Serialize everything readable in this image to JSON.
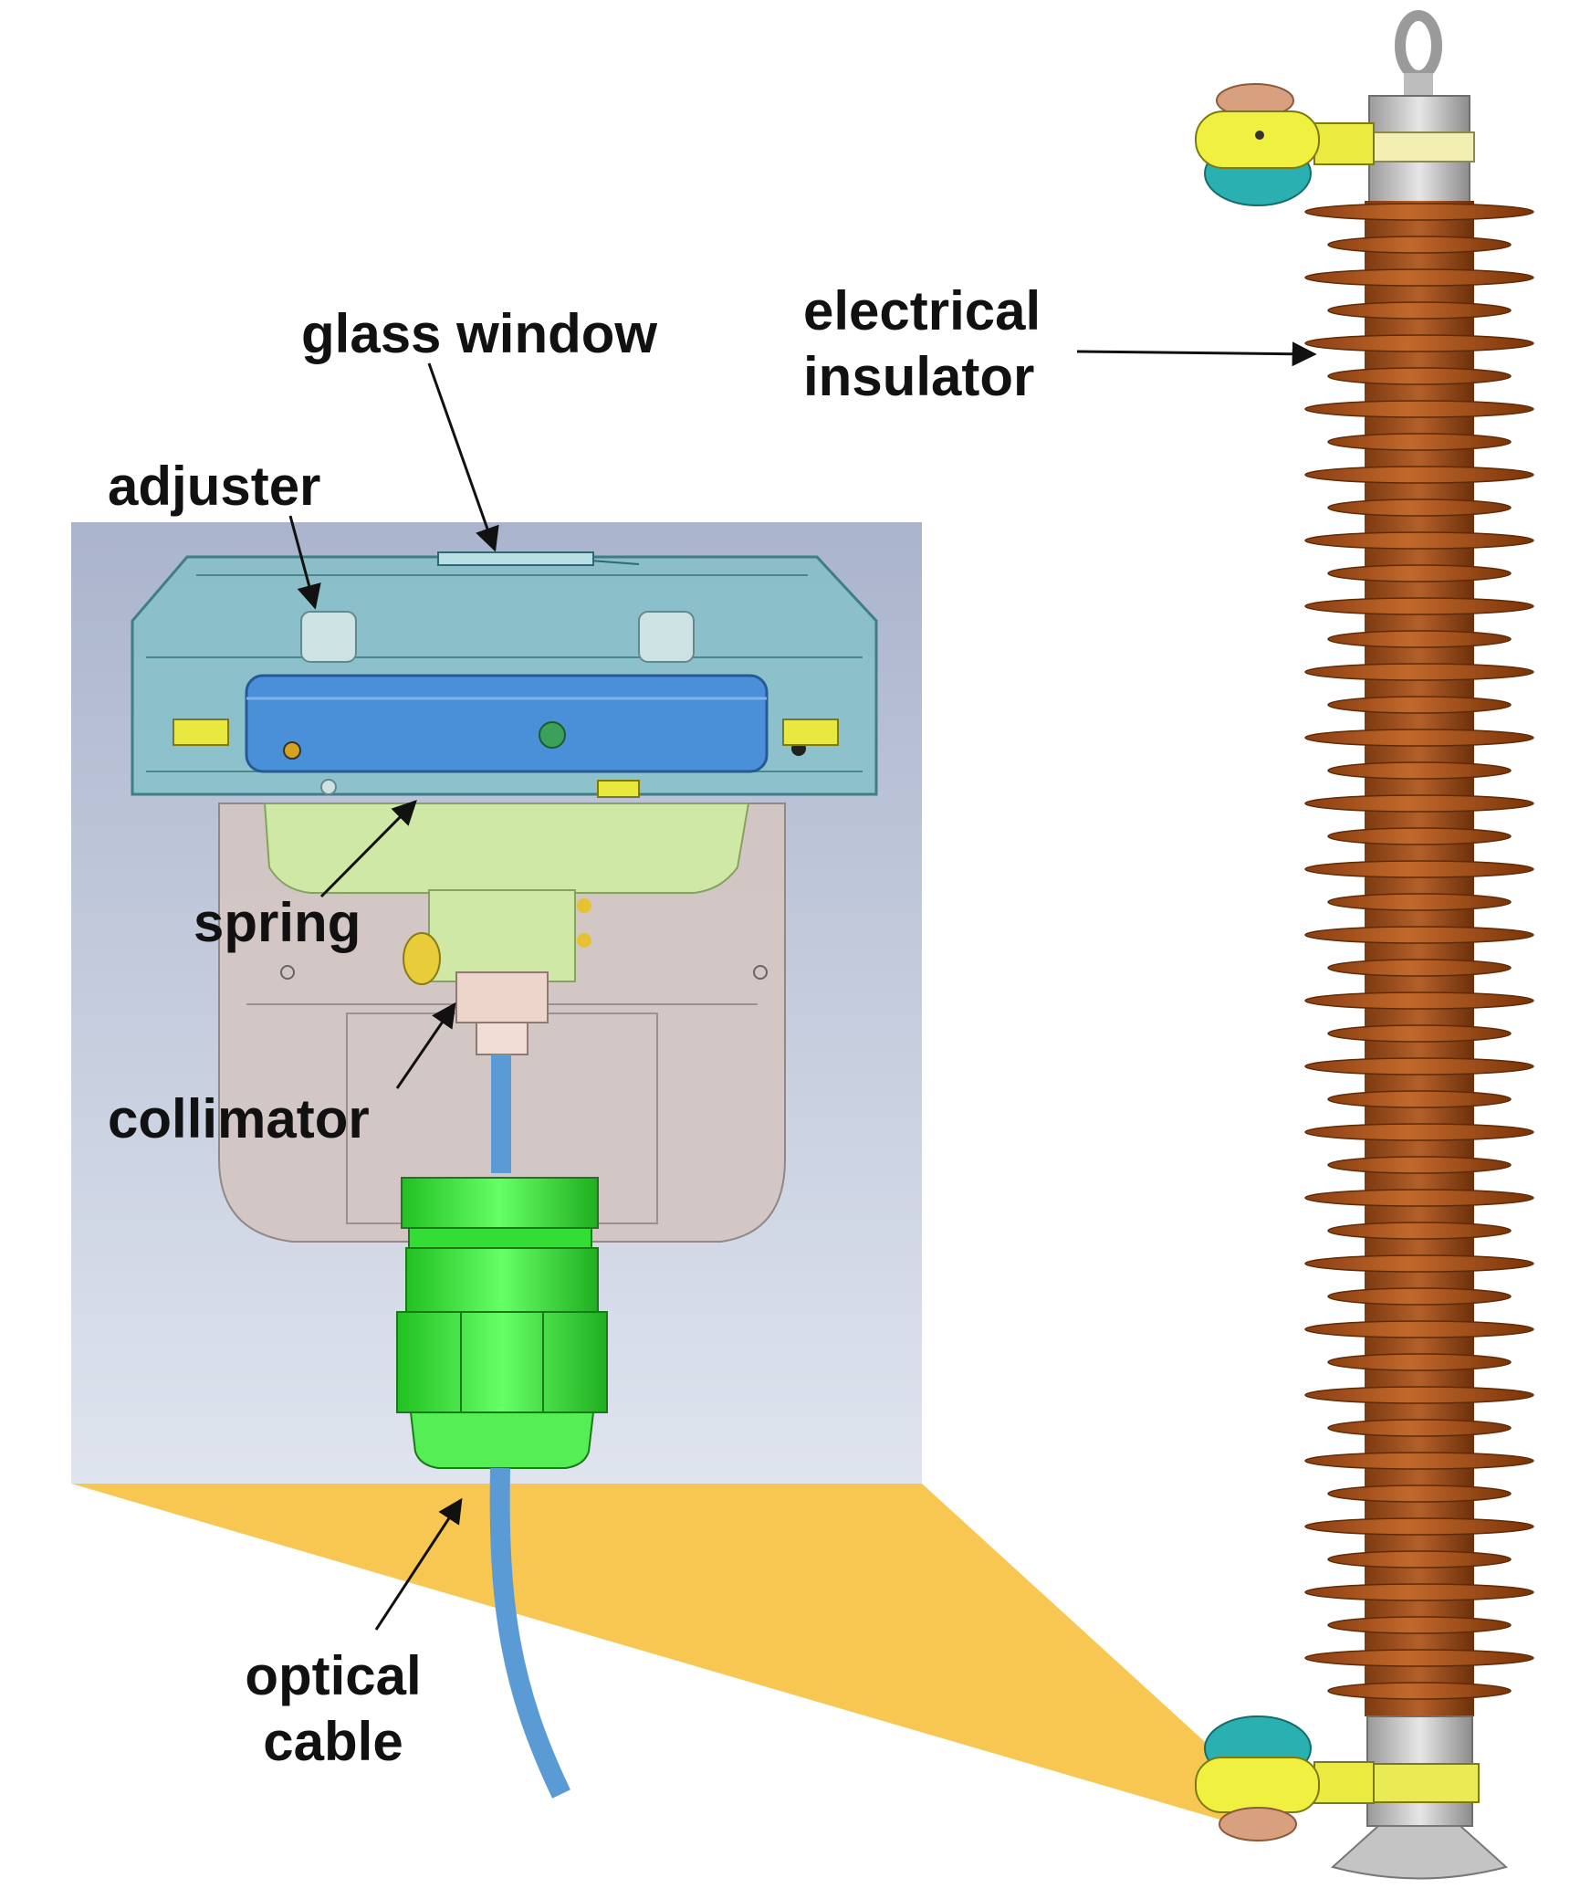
{
  "labels": {
    "glass_window": "glass window",
    "adjuster": "adjuster",
    "spring": "spring",
    "collimator": "collimator",
    "optical_cable_line1": "optical",
    "optical_cable_line2": "cable",
    "electrical_insulator_line1": "electrical",
    "electrical_insulator_line2": "insulator"
  },
  "colors": {
    "zoom_cone": "#f8c752",
    "panel_top": "#aab4cc",
    "panel_bottom": "#dde3ee",
    "housing": "#7fc1c8",
    "ring": "#4a90d9",
    "spring_disc": "#cfe8a6",
    "body_shell": "#d4c7c4",
    "gland": "#44ee44",
    "fiber": "#5b9bd5",
    "insulator_sheds": "#a8521c",
    "metal": "#c8c8c8",
    "bracket": "#f0f040",
    "teal_cap": "#2ab0b0"
  },
  "icons": {
    "sensor_model": "optical-sensor-cad-icon",
    "insulator_model": "insulator-column-icon"
  }
}
